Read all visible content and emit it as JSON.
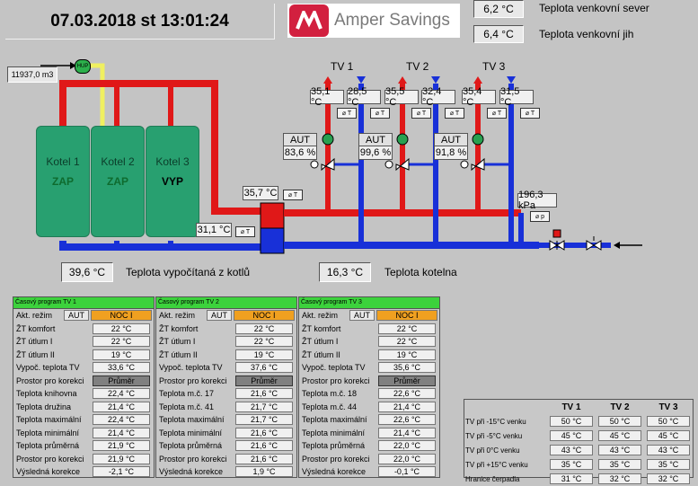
{
  "datetime": "07.03.2018 st 13:01:24",
  "logo": {
    "name": "Amper Savings"
  },
  "outdoor": [
    {
      "value": "6,2 °C",
      "label": "Teplota venkovní sever"
    },
    {
      "value": "6,4 °C",
      "label": "Teplota venkovní jih"
    }
  ],
  "meter": {
    "value": "11937,0 m3"
  },
  "hup_label": "HUP",
  "circuits": [
    {
      "name": "TV 1",
      "supply": "35,1 °C",
      "return": "28,5 °C",
      "mode": "AUT",
      "valve": "83,6 %"
    },
    {
      "name": "TV 2",
      "supply": "35,5 °C",
      "return": "32,4 °C",
      "mode": "AUT",
      "valve": "99,6 %"
    },
    {
      "name": "TV 3",
      "supply": "35,4 °C",
      "return": "31,5 °C",
      "mode": "AUT",
      "valve": "91,8 %"
    }
  ],
  "sensor_t": "⌀ T",
  "sensor_p": "⌀ p",
  "boilers": [
    {
      "name": "Kotel 1",
      "state": "ZAP"
    },
    {
      "name": "Kotel 2",
      "state": "ZAP"
    },
    {
      "name": "Kotel 3",
      "state": "VYP"
    }
  ],
  "hydro_top": "35,7 °C",
  "hydro_bottom": "31,1 °C",
  "pressure": "196,3 kPa",
  "calc_temp": {
    "value": "39,6 °C",
    "label": "Teplota vypočítaná z kotlů"
  },
  "boiler_room": {
    "value": "16,3 °C",
    "label": "Teplota kotelna"
  },
  "programs": [
    {
      "header": "Časový program TV 1",
      "mode_label": "Akt. režim",
      "aut": "AUT",
      "noc": "NOC I",
      "rows": [
        [
          "ŽT komfort",
          "22 °C"
        ],
        [
          "ŽT útlum I",
          "22 °C"
        ],
        [
          "ŽT útlum II",
          "19 °C"
        ],
        [
          "Vypoč. teplota TV",
          "33,6 °C"
        ],
        [
          "Prostor pro korekci",
          "Průměr"
        ],
        [
          "Teplota knihovna",
          "22,4 °C"
        ],
        [
          "Teplota družina",
          "21,4 °C"
        ],
        [
          "Teplota maximální",
          "22,4 °C"
        ],
        [
          "Teplota minimální",
          "21,4 °C"
        ],
        [
          "Teplota průměrná",
          "21,9 °C"
        ],
        [
          "Prostor pro korekci",
          "21,9 °C"
        ],
        [
          "Výsledná korekce",
          "-2,1 °C"
        ]
      ]
    },
    {
      "header": "Časový program TV 2",
      "mode_label": "Akt. režim",
      "aut": "AUT",
      "noc": "NOC I",
      "rows": [
        [
          "ŽT komfort",
          "22 °C"
        ],
        [
          "ŽT útlum I",
          "22 °C"
        ],
        [
          "ŽT útlum II",
          "19 °C"
        ],
        [
          "Vypoč. teplota TV",
          "37,6 °C"
        ],
        [
          "Prostor pro korekci",
          "Průměr"
        ],
        [
          "Teplota m.č. 17",
          "21,6 °C"
        ],
        [
          "Teplota m.č. 41",
          "21,7 °C"
        ],
        [
          "Teplota maximální",
          "21,7 °C"
        ],
        [
          "Teplota minimální",
          "21,6 °C"
        ],
        [
          "Teplota průměrná",
          "21,6 °C"
        ],
        [
          "Prostor pro korekci",
          "21,6 °C"
        ],
        [
          "Výsledná korekce",
          "1,9 °C"
        ]
      ]
    },
    {
      "header": "Časový program TV 3",
      "mode_label": "Akt. režim",
      "aut": "AUT",
      "noc": "NOC I",
      "rows": [
        [
          "ŽT komfort",
          "22 °C"
        ],
        [
          "ŽT útlum I",
          "22 °C"
        ],
        [
          "ŽT útlum II",
          "19 °C"
        ],
        [
          "Vypoč. teplota TV",
          "35,6 °C"
        ],
        [
          "Prostor pro korekci",
          "Průměr"
        ],
        [
          "Teplota m.č. 18",
          "22,6 °C"
        ],
        [
          "Teplota m.č. 44",
          "21,4 °C"
        ],
        [
          "Teplota maximální",
          "22,6 °C"
        ],
        [
          "Teplota minimální",
          "21,4 °C"
        ],
        [
          "Teplota průměrná",
          "22,0 °C"
        ],
        [
          "Prostor pro korekci",
          "22,0 °C"
        ],
        [
          "Výsledná korekce",
          "-0,1 °C"
        ]
      ]
    }
  ],
  "curve": {
    "headers": [
      "",
      "TV 1",
      "TV 2",
      "TV 3"
    ],
    "rows": [
      [
        "TV při -15°C venku",
        "50 °C",
        "50 °C",
        "50 °C"
      ],
      [
        "TV při -5°C venku",
        "45 °C",
        "45 °C",
        "45 °C"
      ],
      [
        "TV při 0°C venku",
        "43 °C",
        "43 °C",
        "43 °C"
      ],
      [
        "TV při +15°C venku",
        "35 °C",
        "35 °C",
        "35 °C"
      ],
      [
        "Hranice čerpadla",
        "31 °C",
        "32 °C",
        "32 °C"
      ]
    ]
  },
  "colors": {
    "hot": "#e01818",
    "cold": "#1830d8",
    "gas": "#f0f060",
    "boiler": "#28a070"
  }
}
